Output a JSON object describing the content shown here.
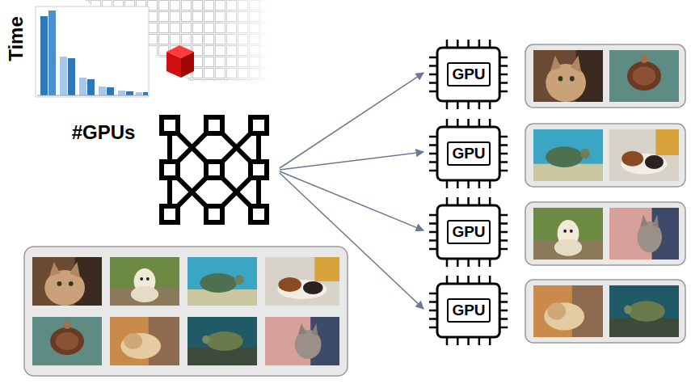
{
  "diagram": {
    "nodes": [
      {
        "text": [
          "GPU"
        ]
      },
      {
        "text": [
          "GPU"
        ]
      },
      {
        "text": [
          "GPU"
        ]
      },
      {
        "text": [
          "GPU"
        ]
      }
    ],
    "labels": [
      "Time",
      "#GPUs"
    ]
  }
}
